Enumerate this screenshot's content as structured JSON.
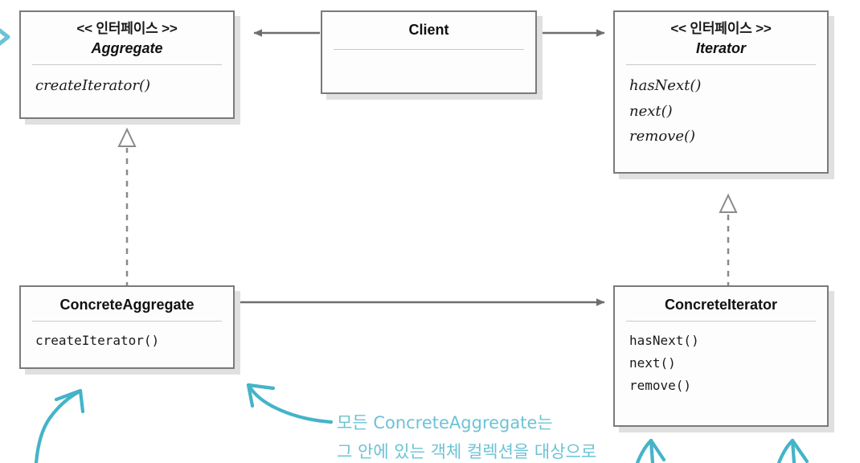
{
  "diagram": {
    "title": "Iterator Pattern UML Class Diagram",
    "colors": {
      "box_border": "#7a7a7a",
      "box_fill": "#fdfdfd",
      "shadow": "#e0e0e0",
      "connector": "#6e6e6e",
      "divider": "#c9c9c9",
      "annotation_cyan": "#6cc3d5",
      "text": "#111111"
    },
    "classes": [
      {
        "id": "aggregate",
        "stereotype": "<< 인터페이스 >>",
        "name": "Aggregate",
        "abstract": true,
        "members": [
          "createIterator()"
        ]
      },
      {
        "id": "client",
        "stereotype": "",
        "name": "Client",
        "abstract": false,
        "members": []
      },
      {
        "id": "iterator",
        "stereotype": "<< 인터페이스 >>",
        "name": "Iterator",
        "abstract": true,
        "members": [
          "hasNext()",
          "next()",
          "remove()"
        ]
      },
      {
        "id": "concrete-aggregate",
        "stereotype": "",
        "name": "ConcreteAggregate",
        "abstract": false,
        "members": [
          "createIterator()"
        ]
      },
      {
        "id": "concrete-iterator",
        "stereotype": "",
        "name": "ConcreteIterator",
        "abstract": false,
        "members": [
          "hasNext()",
          "next()",
          "remove()"
        ]
      }
    ],
    "relationships": [
      {
        "id": "client-to-aggregate",
        "from": "client",
        "to": "aggregate",
        "type": "association",
        "arrow": "solid-filled"
      },
      {
        "id": "client-to-iterator",
        "from": "client",
        "to": "iterator",
        "type": "association",
        "arrow": "solid-filled"
      },
      {
        "id": "concrete-aggregate-realizes-aggregate",
        "from": "concrete-aggregate",
        "to": "aggregate",
        "type": "realization",
        "arrow": "hollow-triangle-dashed"
      },
      {
        "id": "concrete-iterator-realizes-iterator",
        "from": "concrete-iterator",
        "to": "iterator",
        "type": "realization",
        "arrow": "hollow-triangle-dashed"
      },
      {
        "id": "concrete-aggregate-to-concrete-iterator",
        "from": "concrete-aggregate",
        "to": "concrete-iterator",
        "type": "association",
        "arrow": "solid-filled"
      }
    ],
    "annotation": {
      "lines": [
        "모든 ConcreteAggregate는",
        "그 안에 있는 객체 컬렉션을 대상으로"
      ]
    }
  }
}
